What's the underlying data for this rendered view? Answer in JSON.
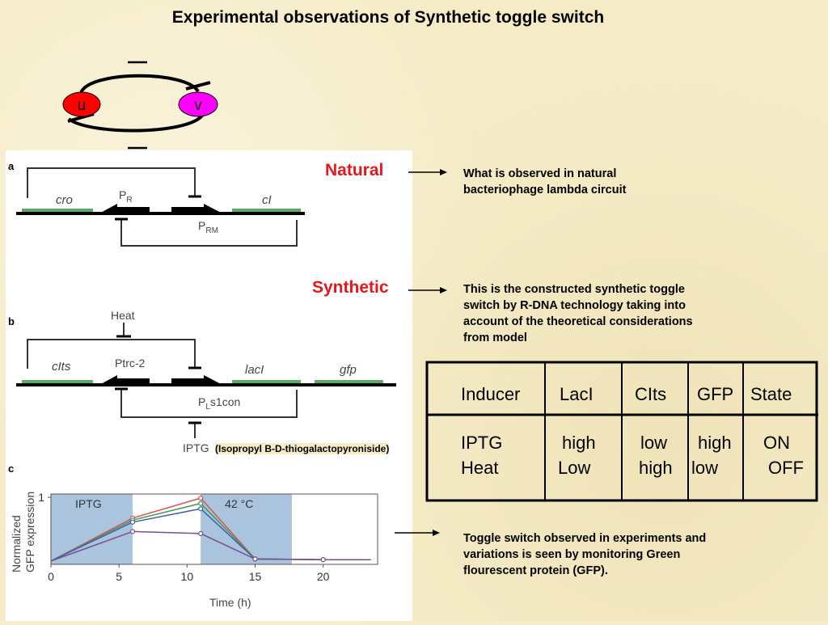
{
  "title": "Experimental observations of  Synthetic toggle switch",
  "nodes": {
    "u": "u",
    "v": "v"
  },
  "labels": {
    "natural": "Natural",
    "synthetic": "Synthetic"
  },
  "descriptions": {
    "natural": "What is observed in natural bacteriophage lambda circuit",
    "synthetic": "This is the constructed synthetic toggle switch by R-DNA technology taking into account of the theoretical considerations from model",
    "gfp": "Toggle switch observed in experiments and variations is seen by monitoring Green flourescent protein (GFP)."
  },
  "iptg_note": "(Isopropyl B-D-thiogalactopyroniside)",
  "figure": {
    "panel_a": {
      "letter": "a",
      "gene_left": "cro",
      "gene_right": "cI",
      "promoter_top": "PR",
      "promoter_bottom": "PRM"
    },
    "panel_b": {
      "letter": "b",
      "heat": "Heat",
      "promoter": "Ptrc-2",
      "gene_left": "cIts",
      "gene_mid": "lacI",
      "gene_right": "gfp",
      "promoter_bottom": "PLs1con",
      "iptg": "IPTG"
    },
    "panel_c": {
      "letter": "c",
      "ylabel_line1": "Normalized",
      "ylabel_line2": "GFP expression",
      "xlabel": "Time (h)",
      "iptg_region": "IPTG",
      "heat_region": "42 °C"
    }
  },
  "table": {
    "headers": [
      "Inducer",
      "LacI",
      "CIts",
      "GFP",
      "State"
    ],
    "rows": [
      [
        "IPTG",
        "high",
        "low",
        "high",
        "ON"
      ],
      [
        "Heat",
        "Low",
        "high",
        "low",
        "OFF"
      ]
    ]
  },
  "chart_data": {
    "type": "line",
    "title": "",
    "xlabel": "Time (h)",
    "ylabel": "Normalized GFP expression",
    "xlim": [
      0,
      24
    ],
    "ylim": [
      0,
      1.05
    ],
    "xticks": [
      0,
      5,
      10,
      15,
      20
    ],
    "yticks": [
      1
    ],
    "shaded_regions": [
      {
        "label": "IPTG",
        "x": [
          0,
          6
        ],
        "color": "#a9c4dc"
      },
      {
        "label": "42 °C",
        "x": [
          11,
          17.7
        ],
        "color": "#a9c4dc"
      }
    ],
    "series": [
      {
        "color": "#e05050",
        "x": [
          0,
          6,
          11,
          15,
          20,
          23.5
        ],
        "y": [
          0.05,
          0.69,
          0.99,
          0.08,
          0.07,
          0.07
        ]
      },
      {
        "color": "#3c9a5a",
        "x": [
          0,
          6,
          11,
          15,
          20,
          23.5
        ],
        "y": [
          0.05,
          0.66,
          0.91,
          0.08,
          0.07,
          0.07
        ]
      },
      {
        "color": "#3d5fb0",
        "x": [
          0,
          6,
          11,
          15,
          20,
          23.5
        ],
        "y": [
          0.05,
          0.63,
          0.83,
          0.08,
          0.07,
          0.07
        ]
      },
      {
        "color": "#7a4f8e",
        "x": [
          0,
          6,
          11,
          15,
          20,
          23.5
        ],
        "y": [
          0.05,
          0.49,
          0.46,
          0.08,
          0.07,
          0.07
        ]
      }
    ]
  }
}
